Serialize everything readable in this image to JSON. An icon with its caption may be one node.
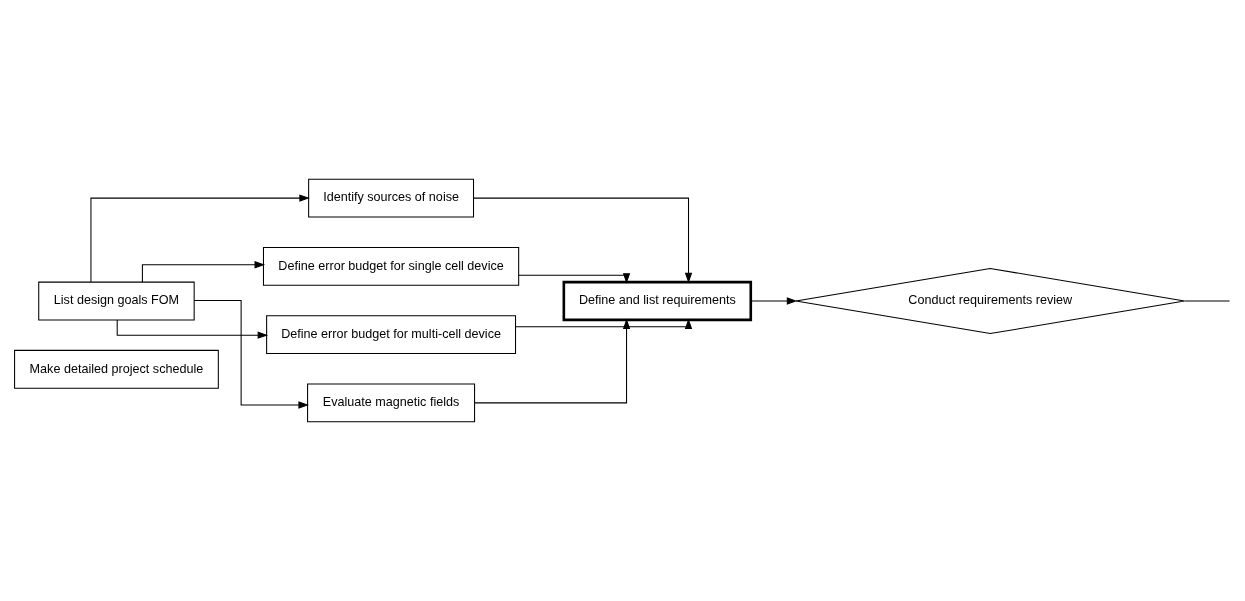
{
  "diagram": {
    "nodes": [
      {
        "text": [
          "Make detailed project schedule"
        ]
      },
      {
        "text": [
          "List design goals FOM"
        ]
      },
      {
        "text": [
          "Identify sources of noise"
        ]
      },
      {
        "text": [
          "Define error budget for single cell device"
        ]
      },
      {
        "text": [
          "Define error budget for multi-cell device"
        ]
      },
      {
        "text": [
          "Evaluate magnetic fields"
        ]
      },
      {
        "text": [
          "Define and list requirements"
        ]
      },
      {
        "text": [
          "Conduct requirements review"
        ]
      }
    ],
    "edges": [
      {
        "from": 1,
        "to": 2,
        "arrow": "to"
      },
      {
        "from": 1,
        "to": 3,
        "arrow": "to"
      },
      {
        "from": 1,
        "to": 4,
        "arrow": "to"
      },
      {
        "from": 1,
        "to": 5,
        "arrow": "to"
      },
      {
        "from": 2,
        "to": 6,
        "arrow": "to"
      },
      {
        "from": 3,
        "to": 6,
        "arrow": "to"
      },
      {
        "from": 4,
        "to": 6,
        "arrow": "to"
      },
      {
        "from": 5,
        "to": 6,
        "arrow": "to"
      },
      {
        "from": 6,
        "to": 7,
        "arrow": "to"
      },
      {
        "from": 7,
        "to": null,
        "arrow": "none"
      }
    ]
  }
}
